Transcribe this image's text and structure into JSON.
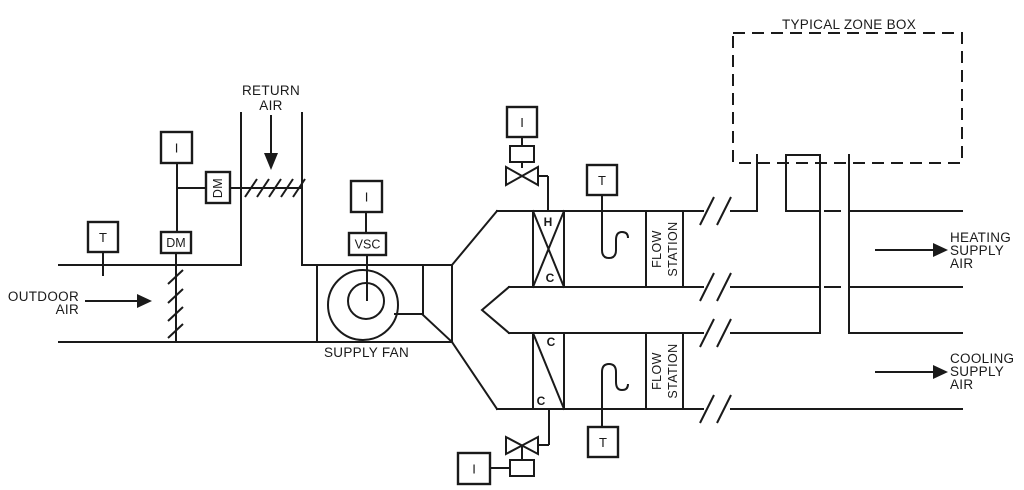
{
  "palette": {
    "ink": "#1a1a1a",
    "paper": "#ffffff"
  },
  "zone_box_label": "TYPICAL ZONE BOX",
  "return_air": {
    "l1": "RETURN",
    "l2": "AIR"
  },
  "outdoor_air": {
    "l1": "OUTDOOR",
    "l2": "AIR"
  },
  "heating_supply": {
    "l1": "HEATING",
    "l2": "SUPPLY",
    "l3": "AIR"
  },
  "cooling_supply": {
    "l1": "COOLING",
    "l2": "SUPPLY",
    "l3": "AIR"
  },
  "supply_fan_label": "SUPPLY FAN",
  "flow_station": {
    "l1": "FLOW",
    "l2": "STATION"
  },
  "instruments": {
    "outdoor_air_temp": "T",
    "mixed_air_indicator": "I",
    "return_air_damper_motor": "DM",
    "outdoor_air_damper_motor": "DM",
    "fan_indicator": "I",
    "fan_speed_controller": "VSC",
    "hot_deck_valve_indicator": "I",
    "hot_deck_temp": "T",
    "cold_deck_valve_indicator": "I",
    "cold_deck_temp": "T"
  },
  "coils": {
    "hot_deck_top": "H",
    "hot_deck_bottom": "C",
    "cold_deck_top": "C",
    "cold_deck_bottom": "C"
  }
}
